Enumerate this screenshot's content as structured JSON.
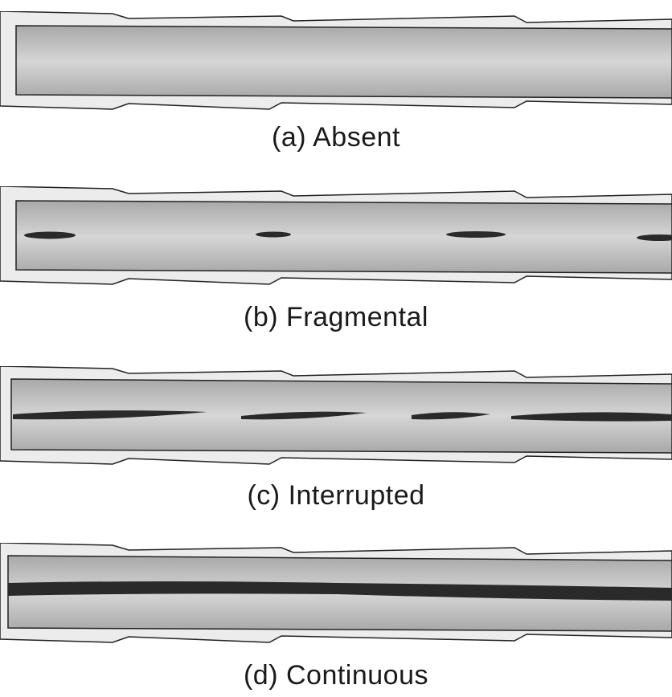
{
  "panels": [
    {
      "caption": "(a) Absent",
      "medulla": "absent"
    },
    {
      "caption": "(b) Fragmental",
      "medulla": "fragmental"
    },
    {
      "caption": "(c) Interrupted",
      "medulla": "interrupted"
    },
    {
      "caption": "(d) Continuous",
      "medulla": "continuous"
    }
  ],
  "colors": {
    "cuticle_fill": "#ececec",
    "outline": "#222222",
    "cortex_edge": "#9a9a9a",
    "cortex_center": "#d2d2d2",
    "medulla": "#2a2a2a"
  }
}
